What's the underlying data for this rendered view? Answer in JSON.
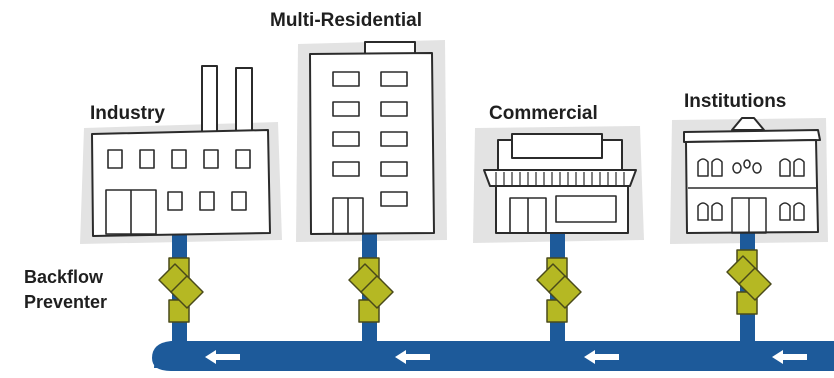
{
  "labels": {
    "industry": "Industry",
    "multi_residential": "Multi-Residential",
    "commercial": "Commercial",
    "institutions": "Institutions",
    "backflow_line1": "Backflow",
    "backflow_line2": "Preventer"
  },
  "colors": {
    "pipe": "#1d5a9a",
    "valve": "#b5b823",
    "valve_outline": "#4a4a1a",
    "building_fill": "#ffffff",
    "building_outline": "#2b2b2b",
    "shadow": "#d9d9d9",
    "arrow": "#ffffff"
  },
  "icons": [
    "factory-icon",
    "apartment-building-icon",
    "storefront-icon",
    "institution-building-icon",
    "backflow-valve-icon",
    "flow-arrow-icon"
  ]
}
